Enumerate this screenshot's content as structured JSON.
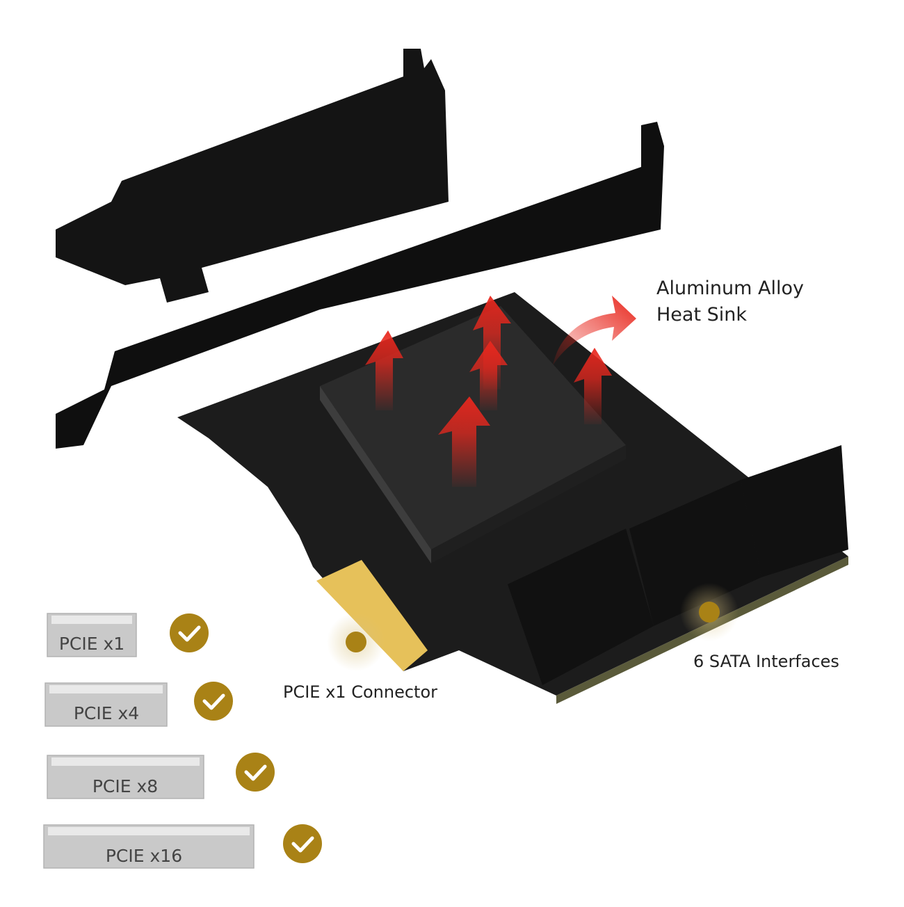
{
  "labels": {
    "heatsink_line1": "Aluminum Alloy",
    "heatsink_line2": "Heat Sink",
    "pcie_connector": "PCIE x1 Connector",
    "sata_interfaces": "6 SATA Interfaces"
  },
  "slots": [
    {
      "label": "PCIE x1",
      "compatible": true
    },
    {
      "label": "PCIE x4",
      "compatible": true
    },
    {
      "label": "PCIE x8",
      "compatible": true
    },
    {
      "label": "PCIE x16",
      "compatible": true
    }
  ],
  "colors": {
    "bracket": "#111111",
    "pcb": "#1a1a1a",
    "heatsink": "#2b2b2b",
    "arrow": "#e8281e",
    "gold_badge": "#a98216",
    "gold_contacts": "#e6c15a",
    "slot_gray": "#c9c9c9"
  }
}
